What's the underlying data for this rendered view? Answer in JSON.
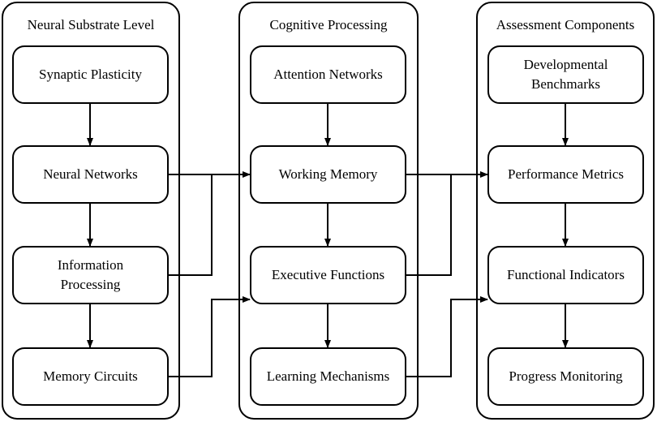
{
  "columns": [
    {
      "title": "Neural Substrate Level",
      "nodes": [
        "Synaptic Plasticity",
        "Neural Networks",
        "Information\nProcessing",
        "Memory Circuits"
      ]
    },
    {
      "title": "Cognitive Processing",
      "nodes": [
        "Attention Networks",
        "Working Memory",
        "Executive Functions",
        "Learning Mechanisms"
      ]
    },
    {
      "title": "Assessment Components",
      "nodes": [
        "Developmental\nBenchmarks",
        "Performance Metrics",
        "Functional Indicators",
        "Progress Monitoring"
      ]
    }
  ],
  "colors": {
    "stroke": "#000000",
    "fill": "#ffffff"
  }
}
